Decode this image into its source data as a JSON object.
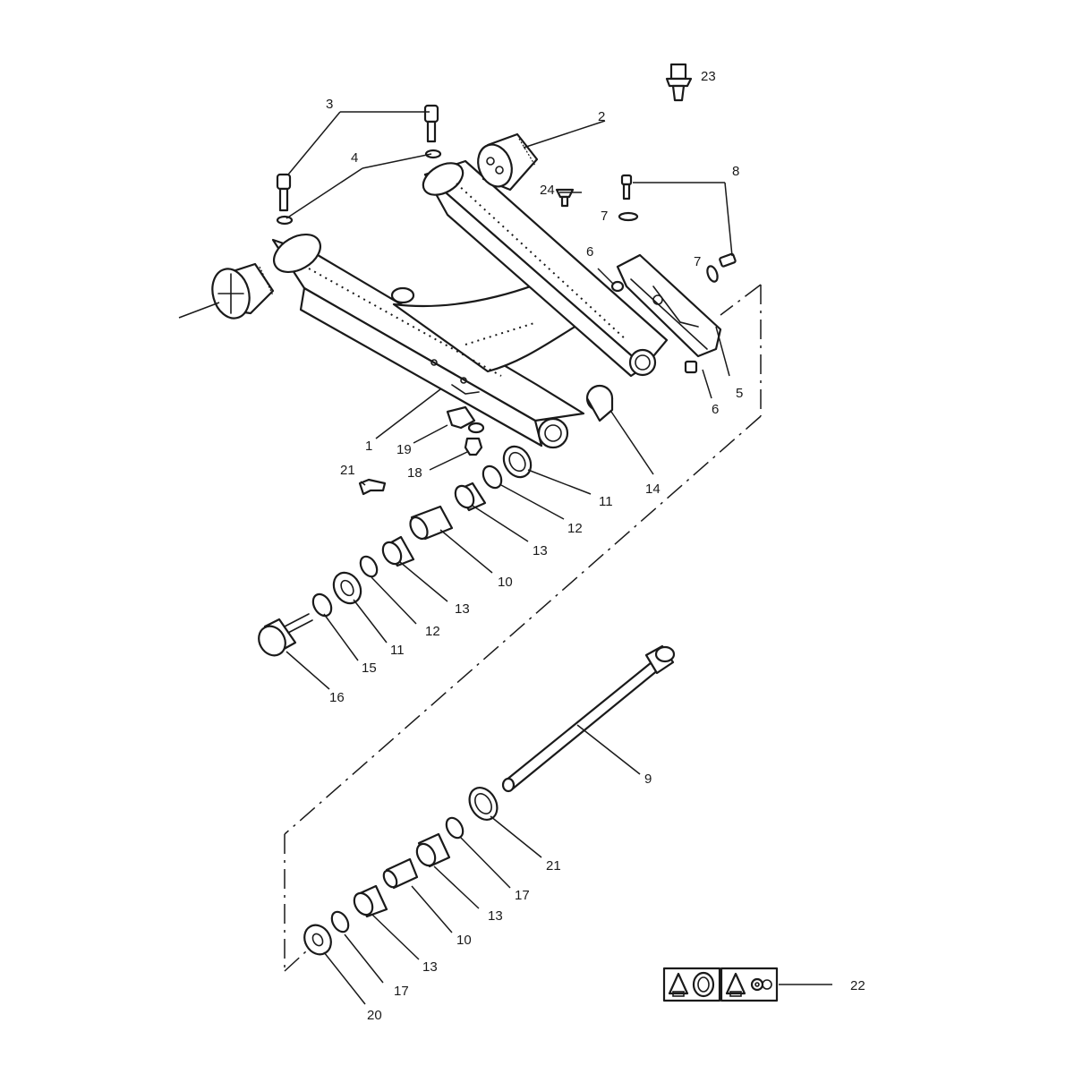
{
  "callouts": {
    "c1": "1",
    "c2": "2",
    "c3": "3",
    "c4": "4",
    "c5": "5",
    "c6a": "6",
    "c6b": "6",
    "c7a": "7",
    "c7b": "7",
    "c8": "8",
    "c9": "9",
    "c10a": "10",
    "c10b": "10",
    "c11a": "11",
    "c11b": "11",
    "c12a": "12",
    "c12b": "12",
    "c13a": "13",
    "c13b": "13",
    "c13c": "13",
    "c13d": "13",
    "c14": "14",
    "c15": "15",
    "c16": "16",
    "c17a": "17",
    "c17b": "17",
    "c18": "18",
    "c19": "19",
    "c20": "20",
    "c21a": "21",
    "c21b": "21",
    "c22": "22",
    "c23": "23",
    "c24": "24"
  },
  "icons": [
    "lubricate-icon",
    "bearing-icon",
    "lubricate-icon",
    "chain-icon"
  ]
}
